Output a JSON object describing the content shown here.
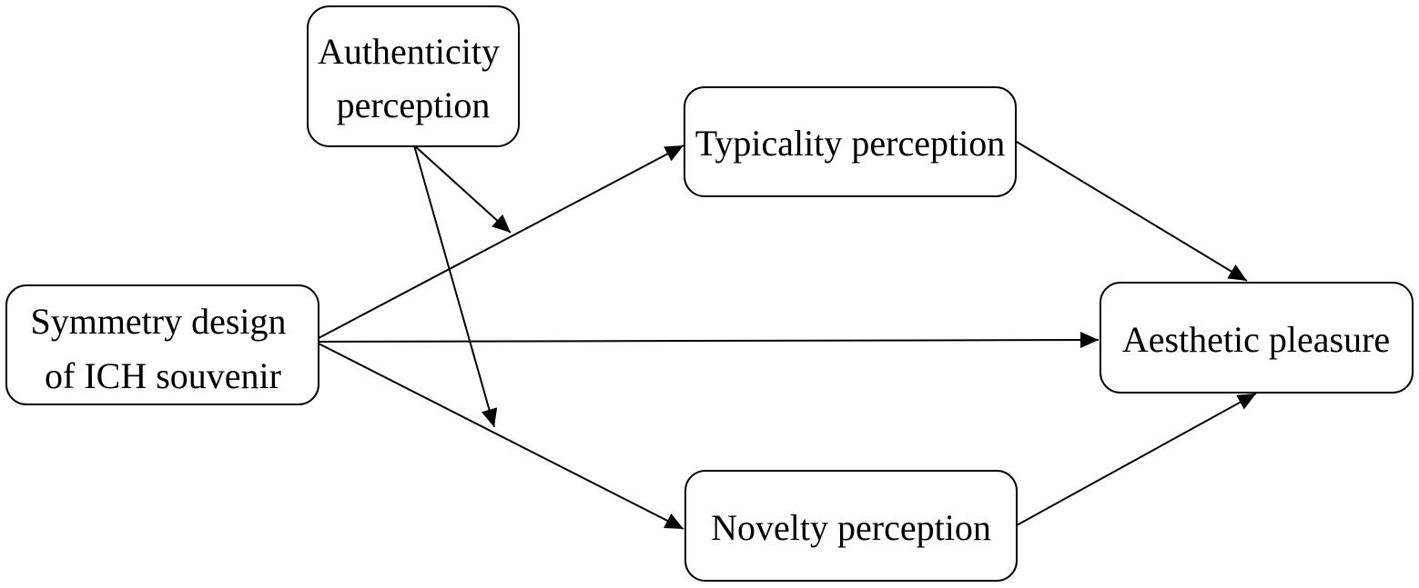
{
  "diagram": {
    "nodes": {
      "authenticity": {
        "lines": [
          "Authenticity",
          "perception"
        ]
      },
      "typicality": {
        "lines": [
          "Typicality perception"
        ]
      },
      "symmetry": {
        "lines": [
          "Symmetry design",
          "of ICH souvenir"
        ]
      },
      "aesthetic": {
        "lines": [
          "Aesthetic pleasure"
        ]
      },
      "novelty": {
        "lines": [
          "Novelty perception"
        ]
      }
    },
    "edges": [
      {
        "from": "symmetry",
        "to": "typicality"
      },
      {
        "from": "symmetry",
        "to": "aesthetic"
      },
      {
        "from": "symmetry",
        "to": "novelty"
      },
      {
        "from": "typicality",
        "to": "aesthetic"
      },
      {
        "from": "novelty",
        "to": "aesthetic"
      },
      {
        "from": "authenticity",
        "to": "path:symmetry-typicality"
      },
      {
        "from": "authenticity",
        "to": "path:symmetry-novelty"
      }
    ]
  }
}
